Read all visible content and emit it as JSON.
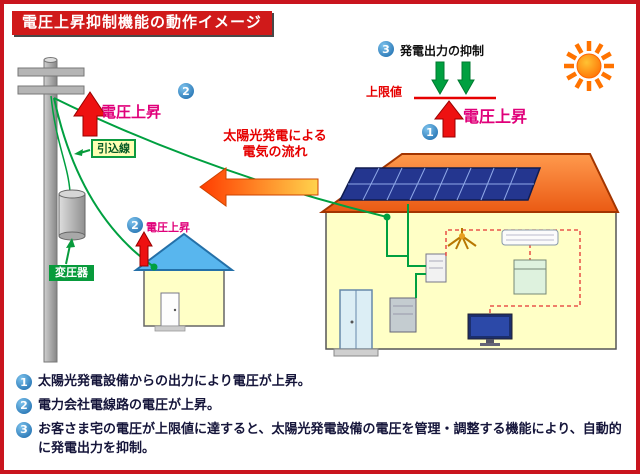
{
  "title": "電圧上昇抑制機能の動作イメージ",
  "annotations": {
    "output_suppression": {
      "num": "3",
      "label": "発電出力の抑制"
    },
    "upper_limit": "上限値",
    "voltage_rise_right": {
      "num": "1",
      "label": "電圧上昇"
    },
    "voltage_rise_pole": {
      "num": "2",
      "label": "電圧上昇"
    },
    "voltage_rise_small_house": {
      "num": "2",
      "label": "電圧上昇"
    },
    "service_wire": "引込線",
    "solar_flow": {
      "line1": "太陽光発電による",
      "line2": "電気の流れ"
    },
    "transformer": "変圧器"
  },
  "notes": [
    {
      "num": "1",
      "text": "太陽光発電設備からの出力により電圧が上昇。"
    },
    {
      "num": "2",
      "text": "電力会社電線路の電圧が上昇。"
    },
    {
      "num": "3",
      "text": "お客さま宅の電圧が上限値に達すると、太陽光発電設備の電圧を管理・調整する機能により、自動的に発電出力を抑制。"
    }
  ],
  "colors": {
    "frame_red": "#c9151e",
    "title_bg": "#d01a1a",
    "voltage_magenta": "#e0007a",
    "arrow_red": "#ee1111",
    "arrow_green": "#00a040",
    "wire_green": "#00a040",
    "limit_line_red": "#e60000",
    "step_circle_blue": "#1565a8",
    "house_wall_yellow": "#ffffc6",
    "large_roof_orange": "#ea5a14",
    "small_roof_blue": "#58b6ee",
    "solar_panel_blue": "#24368f",
    "sun_orange": "#ff7300",
    "flow_arrow_gradient": [
      "#ff3c00",
      "#ffd34d"
    ]
  }
}
